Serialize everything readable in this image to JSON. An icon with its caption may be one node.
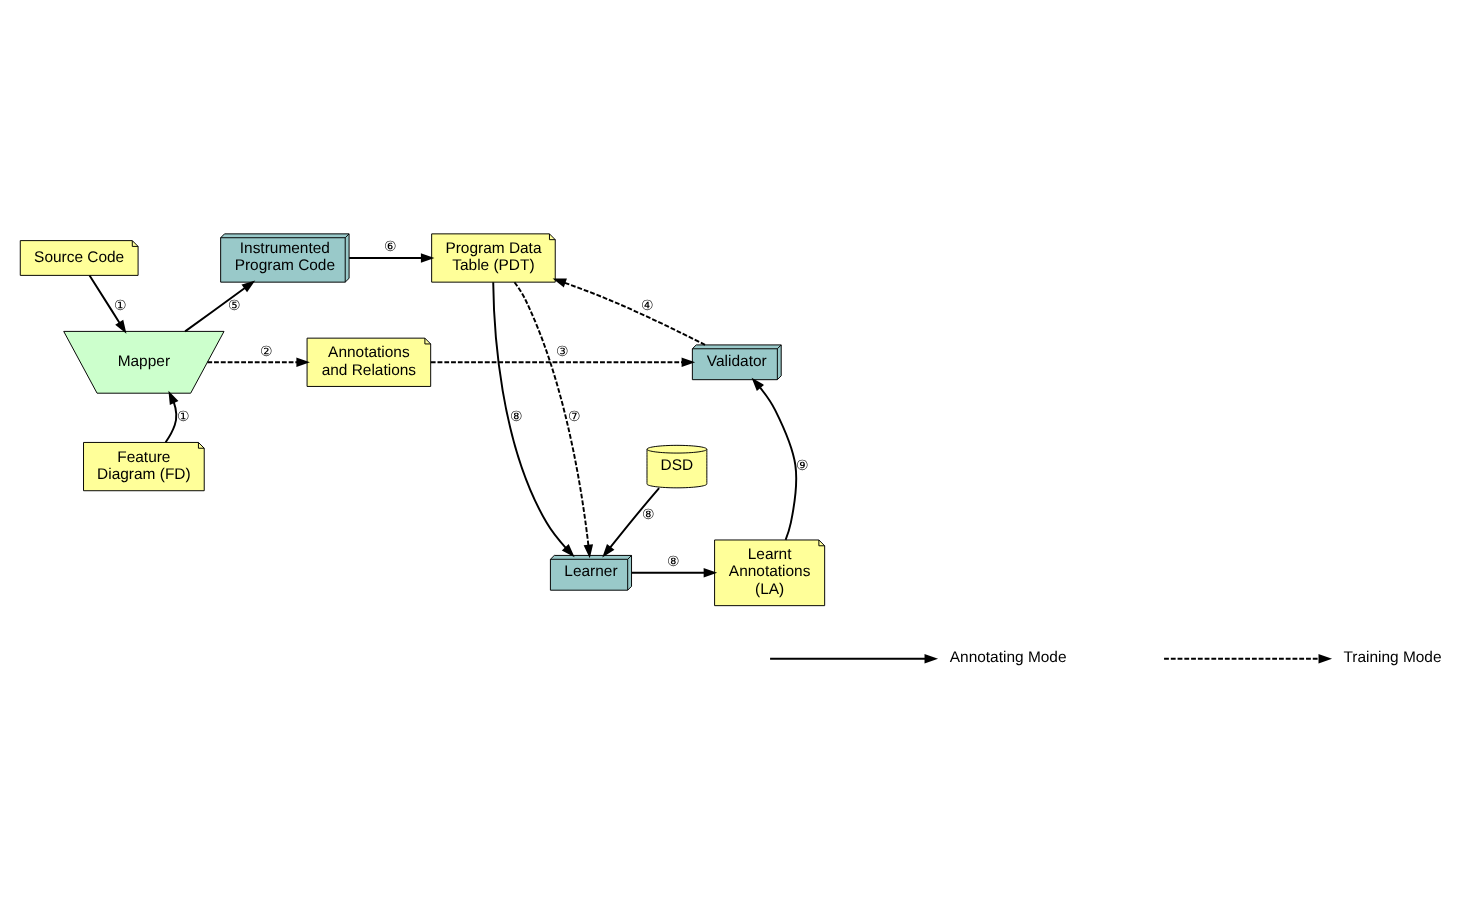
{
  "diagram": {
    "nodes": [
      {
        "text": [
          "Source Code"
        ]
      },
      {
        "text": [
          "Mapper"
        ]
      },
      {
        "text": [
          "Feature Diagram (FD)"
        ]
      },
      {
        "text": [
          "Instrumented Program Code"
        ]
      },
      {
        "text": [
          "Annotations and Relations"
        ]
      },
      {
        "text": [
          "Program Data Table (PDT)"
        ]
      },
      {
        "text": [
          "Validator"
        ]
      },
      {
        "text": [
          "DSD"
        ]
      },
      {
        "text": [
          "Learnt Annotations (LA)"
        ]
      },
      {
        "text": [
          "Learner"
        ]
      }
    ],
    "edges": [
      {
        "from": 0,
        "to": 1,
        "arrow": "to",
        "label": "①"
      },
      {
        "from": 2,
        "to": 1,
        "arrow": "to",
        "label": "①"
      },
      {
        "from": 1,
        "to": 3,
        "arrow": "to",
        "label": "⑤"
      },
      {
        "from": 3,
        "to": 5,
        "arrow": "to",
        "label": "⑥"
      },
      {
        "from": 1,
        "to": 4,
        "arrow": "to",
        "label": "②",
        "style": "dashed"
      },
      {
        "from": 4,
        "to": 6,
        "arrow": "to",
        "label": "③",
        "style": "dashed"
      },
      {
        "from": 6,
        "to": 5,
        "arrow": "to",
        "label": "④",
        "style": "dashed"
      },
      {
        "from": 5,
        "to": 9,
        "arrow": "to",
        "label": "⑧"
      },
      {
        "from": 5,
        "to": 9,
        "arrow": "to",
        "label": "⑦",
        "style": "dashed"
      },
      {
        "from": 7,
        "to": 9,
        "arrow": "to",
        "label": "⑧"
      },
      {
        "from": 9,
        "to": 8,
        "arrow": "to",
        "label": "⑧"
      },
      {
        "from": 8,
        "to": 6,
        "arrow": "to",
        "label": "⑨"
      }
    ],
    "legend": [
      {
        "text": "Annotating Mode"
      },
      {
        "text": "Training Mode"
      }
    ]
  }
}
